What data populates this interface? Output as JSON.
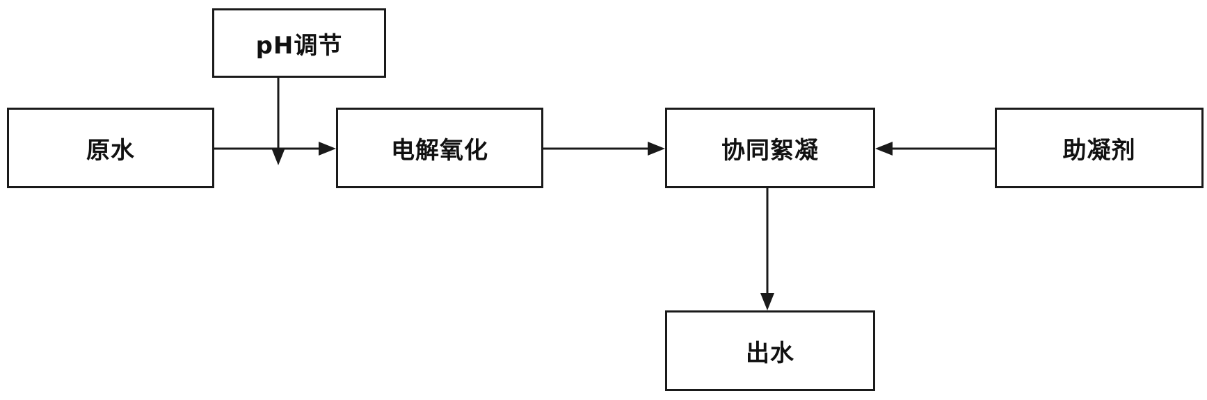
{
  "diagram": {
    "nodes": {
      "ph_adjust": {
        "label": "pH调节"
      },
      "raw_water": {
        "label": "原水"
      },
      "electrolytic_oxidation": {
        "label": "电解氧化"
      },
      "co_coagulation": {
        "label": "协同絮凝"
      },
      "coagulant_aid": {
        "label": "助凝剂"
      },
      "effluent": {
        "label": "出水"
      }
    },
    "edges": [
      {
        "from": "raw_water",
        "to": "electrolytic_oxidation"
      },
      {
        "from": "ph_adjust",
        "to": "raw_water-electrolytic_oxidation-line"
      },
      {
        "from": "electrolytic_oxidation",
        "to": "co_coagulation"
      },
      {
        "from": "coagulant_aid",
        "to": "co_coagulation"
      },
      {
        "from": "co_coagulation",
        "to": "effluent"
      }
    ],
    "line_color": "#1a1a1a"
  }
}
